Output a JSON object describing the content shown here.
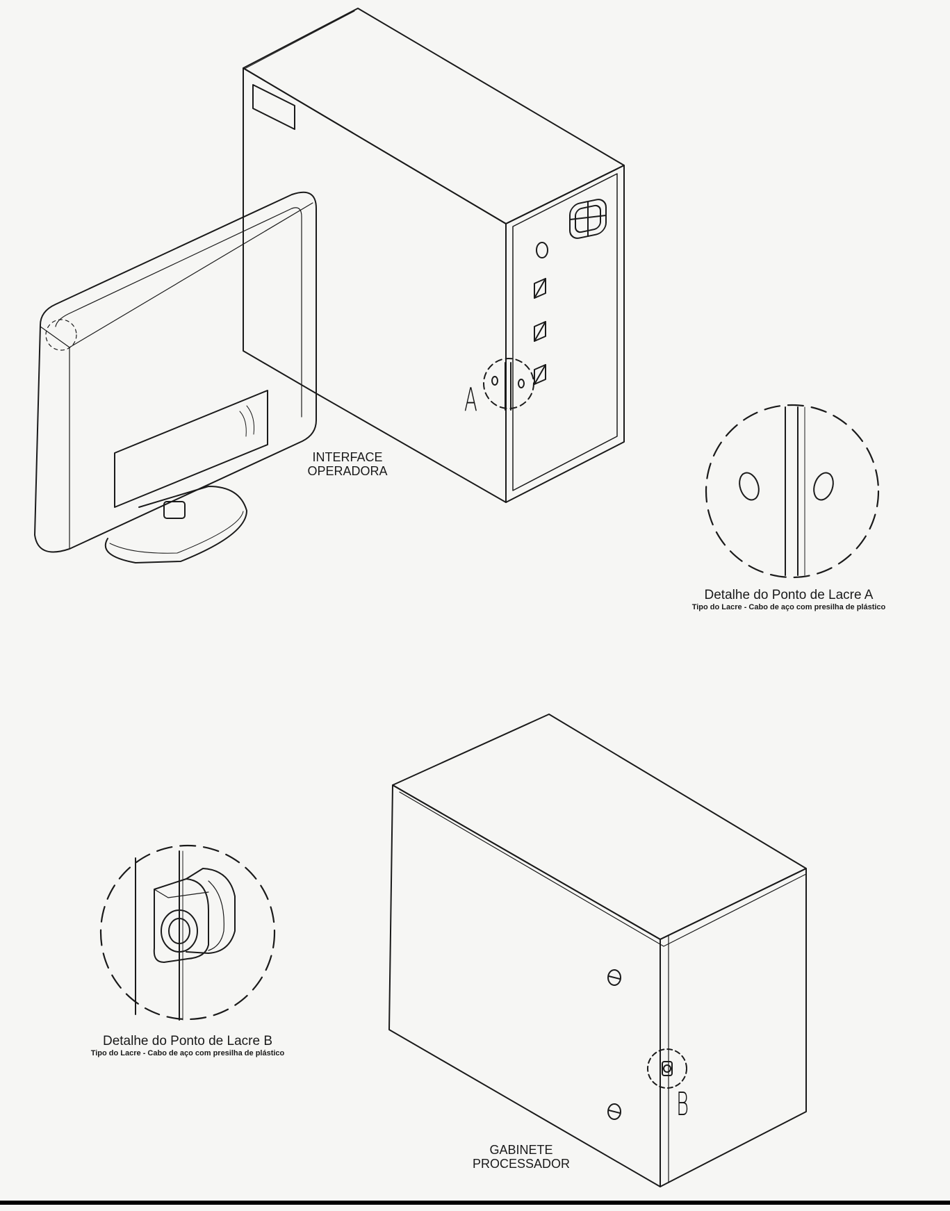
{
  "labels": {
    "interface": [
      "INTERFACE",
      "OPERADORA"
    ],
    "gabinete": [
      "GABINETE",
      "PROCESSADOR"
    ]
  },
  "details": {
    "a": {
      "title": "Detalhe do Ponto de Lacre A",
      "subtitle": "Tipo do Lacre - Cabo de aço com presilha de plástico"
    },
    "b": {
      "title": "Detalhe do Ponto de Lacre B",
      "subtitle": "Tipo do Lacre - Cabo de aço com presilha de plástico"
    }
  },
  "callouts": {
    "a": "A",
    "b": "B"
  },
  "colors": {
    "line": "#1a1a1a",
    "paper": "#f6f6f4",
    "rule": "#000000"
  }
}
